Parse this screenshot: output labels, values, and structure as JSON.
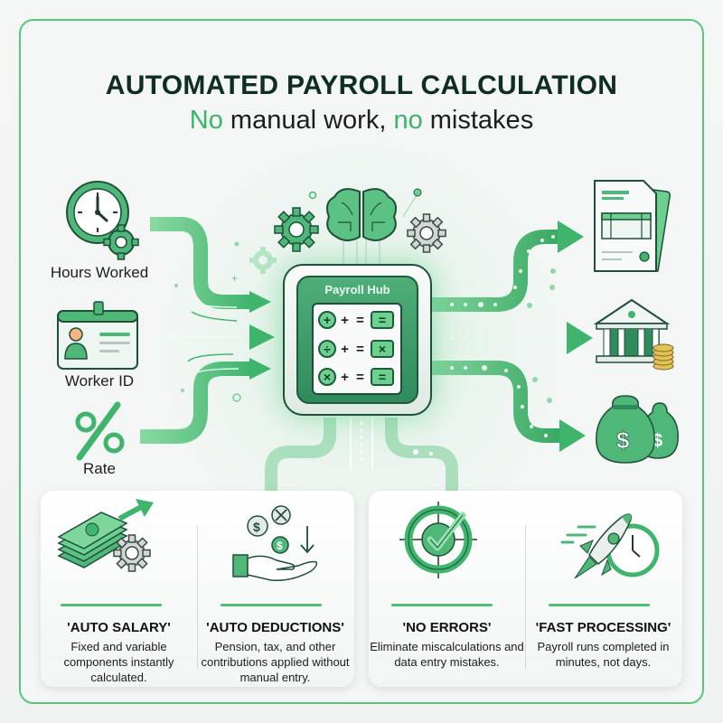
{
  "header": {
    "title": "AUTOMATED PAYROLL CALCULATION",
    "subtitle": {
      "part1_highlight": "No",
      "part2": " manual work, ",
      "part3_highlight": "no",
      "part4": " mistakes"
    }
  },
  "inputs": [
    {
      "label": "Hours Worked",
      "icon": "clock-gear-icon"
    },
    {
      "label": "Worker ID",
      "icon": "id-badge-icon"
    },
    {
      "label": "Rate",
      "icon": "percent-icon"
    }
  ],
  "hub": {
    "title": "Payroll Hub",
    "top_icons": [
      "gear-icon",
      "brain-icon",
      "gear-icon"
    ],
    "rows": [
      {
        "operator": "+",
        "middle": "+ =",
        "result": "="
      },
      {
        "operator": "÷",
        "middle": "+ =",
        "result": "×"
      },
      {
        "operator": "×",
        "middle": "+ =",
        "result": "="
      }
    ]
  },
  "outputs": [
    {
      "icon": "payslip-document-icon"
    },
    {
      "icon": "bank-coins-icon"
    },
    {
      "icon": "money-bags-icon"
    }
  ],
  "features": [
    {
      "title": "'AUTO SALARY'",
      "description": "Fixed and variable components instantly calculated.",
      "icon": "cash-gear-growth-icon"
    },
    {
      "title": "'AUTO DEDUCTIONS'",
      "description": "Pension, tax, and other contributions applied without manual entry.",
      "icon": "hand-coins-deduction-icon"
    },
    {
      "title": "'NO ERRORS'",
      "description": "Eliminate miscalculations and data entry mistakes.",
      "icon": "target-check-icon"
    },
    {
      "title": "'FAST PROCESSING'",
      "description": "Payroll runs completed in minutes, not days.",
      "icon": "rocket-clock-icon"
    }
  ],
  "colors": {
    "accent": "#3cb36a",
    "dark_green": "#1f5a3d",
    "title_text": "#0f2e22",
    "frame_border": "#5cc27e"
  }
}
